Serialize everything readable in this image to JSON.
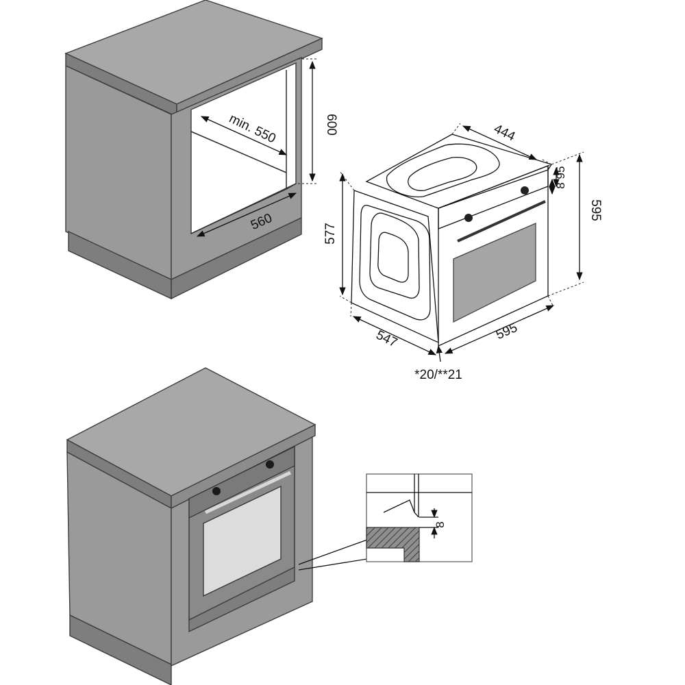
{
  "diagram": {
    "niche_dimensions": {
      "height": "600",
      "depth": "min. 550",
      "width": "560"
    },
    "oven_dimensions": {
      "top_depth": "444",
      "panel_height_a": "95",
      "panel_height_b": "8",
      "total_height": "595",
      "body_height": "577",
      "body_depth": "547",
      "front_width": "595",
      "front_offset": "*20/**21"
    },
    "detail_dimensions": {
      "gap": "8"
    },
    "colors": {
      "cabinet": "#9a9a9a",
      "countertop": "#a8a8a8",
      "lines": "#111111"
    }
  }
}
